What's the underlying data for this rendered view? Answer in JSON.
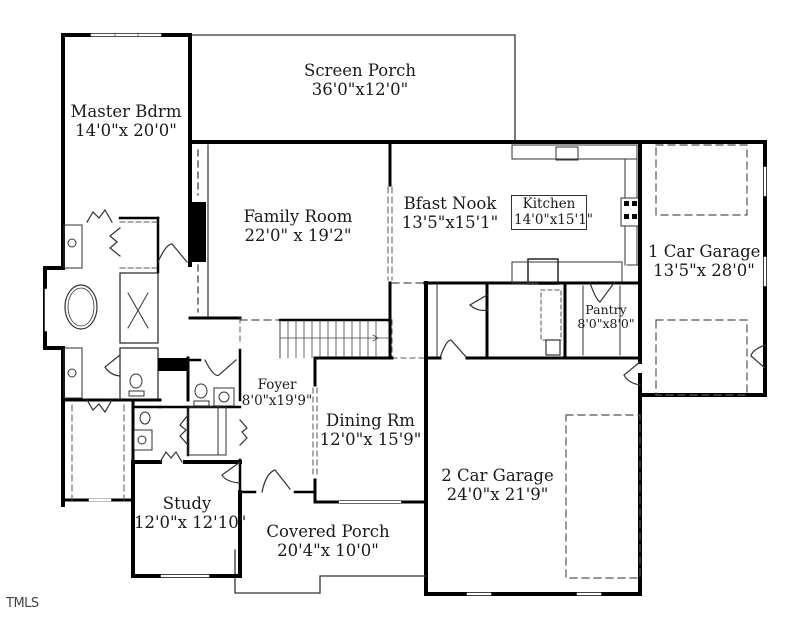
{
  "plan": {
    "rooms": [
      {
        "id": "screen-porch",
        "name": "Screen Porch",
        "dims": "36'0\"x12'0\""
      },
      {
        "id": "master-bdrm",
        "name": "Master Bdrm",
        "dims": "14'0\"x 20'0\""
      },
      {
        "id": "family-room",
        "name": "Family Room",
        "dims": "22'0\" x 19'2\""
      },
      {
        "id": "bfast-nook",
        "name": "Bfast Nook",
        "dims": "13'5\"x15'1\""
      },
      {
        "id": "kitchen",
        "name": "Kitchen",
        "dims": "14'0\"x15'1\""
      },
      {
        "id": "one-car-garage",
        "name": "1 Car Garage",
        "dims": "13'5\"x 28'0\""
      },
      {
        "id": "pantry",
        "name": "Pantry",
        "dims": "8'0\"x8'0\""
      },
      {
        "id": "foyer",
        "name": "Foyer",
        "dims": "8'0\"x19'9\""
      },
      {
        "id": "dining-rm",
        "name": "Dining Rm",
        "dims": "12'0\"x 15'9\""
      },
      {
        "id": "two-car-garage",
        "name": "2 Car Garage",
        "dims": "24'0\"x 21'9\""
      },
      {
        "id": "study",
        "name": "Study",
        "dims": "12'0\"x 12'10\""
      },
      {
        "id": "covered-porch",
        "name": "Covered Porch",
        "dims": "20'4\"x 10'0\""
      }
    ],
    "colors": {
      "wall": "#000000",
      "thin": "#333333",
      "background": "#ffffff"
    }
  },
  "watermark": "TMLS"
}
